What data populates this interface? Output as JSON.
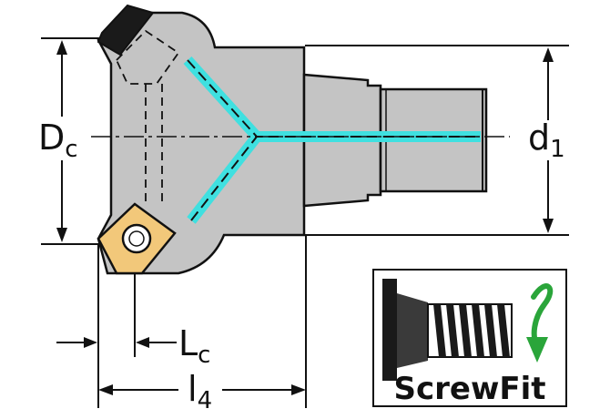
{
  "diagram": {
    "labels": {
      "dc_main": "D",
      "dc_sub": "c",
      "d1_main": "d",
      "d1_sub": "1",
      "lc_main": "L",
      "lc_sub": "c",
      "l4_main": "l",
      "l4_sub": "4"
    },
    "badge": {
      "text": "ScrewFit"
    },
    "colors": {
      "body": "#c4c4c4",
      "outline": "#111111",
      "coolant": "#3fe0e0",
      "insert": "#f2c87a",
      "insert_top": "#1a1a1a",
      "arrow": "#2aa53a",
      "background": "#ffffff"
    },
    "icons": [
      "screw-thread-icon",
      "rotate-arrow-icon"
    ]
  }
}
